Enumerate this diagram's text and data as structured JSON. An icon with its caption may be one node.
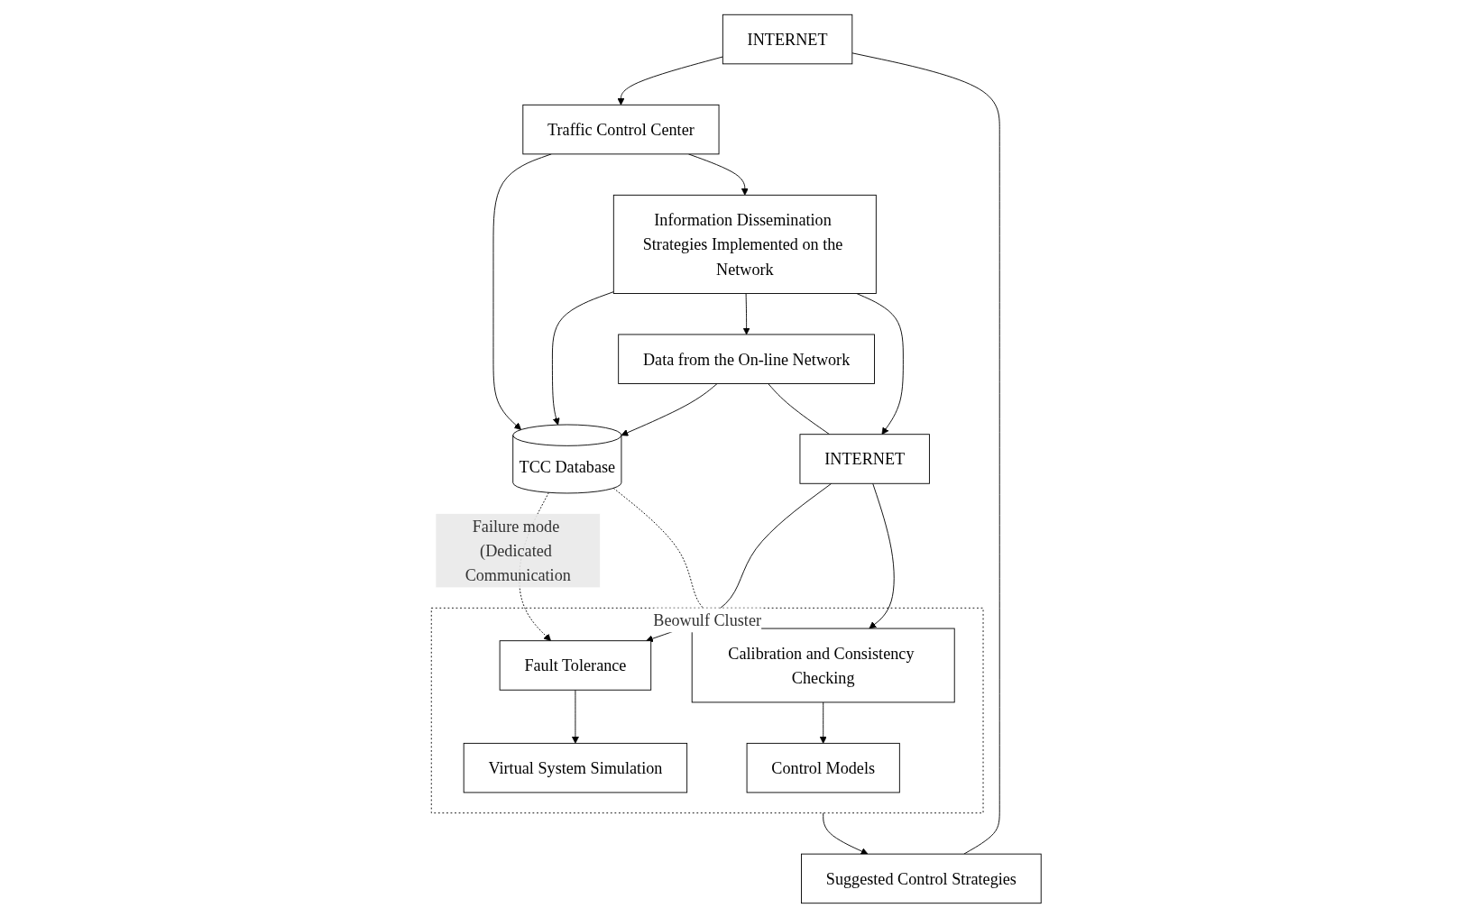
{
  "diagram": {
    "nodes": [
      {
        "text": [
          "INTERNET"
        ]
      },
      {
        "text": [
          "Suggested Control Strategies"
        ]
      },
      {
        "text": [
          "Traffic Control Center"
        ]
      },
      {
        "text": [
          "TCC Database"
        ]
      },
      {
        "text": [
          "Information Dissemination Strategies Implemented on the Network"
        ]
      },
      {
        "text": [
          "Data from the On-line Network"
        ]
      },
      {
        "text": [
          "Beowulf Cluster"
        ]
      },
      {
        "text": [
          "Control Models"
        ],
        "in": 6
      },
      {
        "text": [
          "Calibration and Consistency Checking"
        ],
        "in": 6
      },
      {
        "text": [
          "Virtual System Simulation"
        ],
        "in": 6
      },
      {
        "text": [
          "Fault Tolerance"
        ],
        "in": 6
      },
      {
        "text": [
          "INTERNET"
        ]
      }
    ],
    "edges": [
      {
        "from": 1,
        "to": 0,
        "arrow": "none"
      },
      {
        "from": 0,
        "to": 2,
        "arrow": "to"
      },
      {
        "from": 2,
        "to": 3,
        "arrow": "to"
      },
      {
        "from": 2,
        "to": 4,
        "arrow": "to"
      },
      {
        "from": 4,
        "to": 3,
        "arrow": "to"
      },
      {
        "from": 5,
        "to": 3,
        "arrow": "to"
      },
      {
        "from": 4,
        "to": 5,
        "arrow": "to"
      },
      {
        "from": 4,
        "to": 11,
        "arrow": "to"
      },
      {
        "from": 5,
        "to": 11,
        "arrow": "none"
      },
      {
        "from": 3,
        "to": 10,
        "arrow": "to",
        "style": "dashed",
        "label": "Failure mode (Dedicated Communication"
      },
      {
        "from": 3,
        "to": 8,
        "arrow": "to",
        "style": "dashed"
      },
      {
        "from": 11,
        "to": 10,
        "arrow": "to"
      },
      {
        "from": 11,
        "to": 8,
        "arrow": "to"
      },
      {
        "from": 10,
        "to": 9,
        "arrow": "to"
      },
      {
        "from": 8,
        "to": 7,
        "arrow": "to"
      },
      {
        "from": 6,
        "to": 1,
        "arrow": "to"
      }
    ]
  }
}
